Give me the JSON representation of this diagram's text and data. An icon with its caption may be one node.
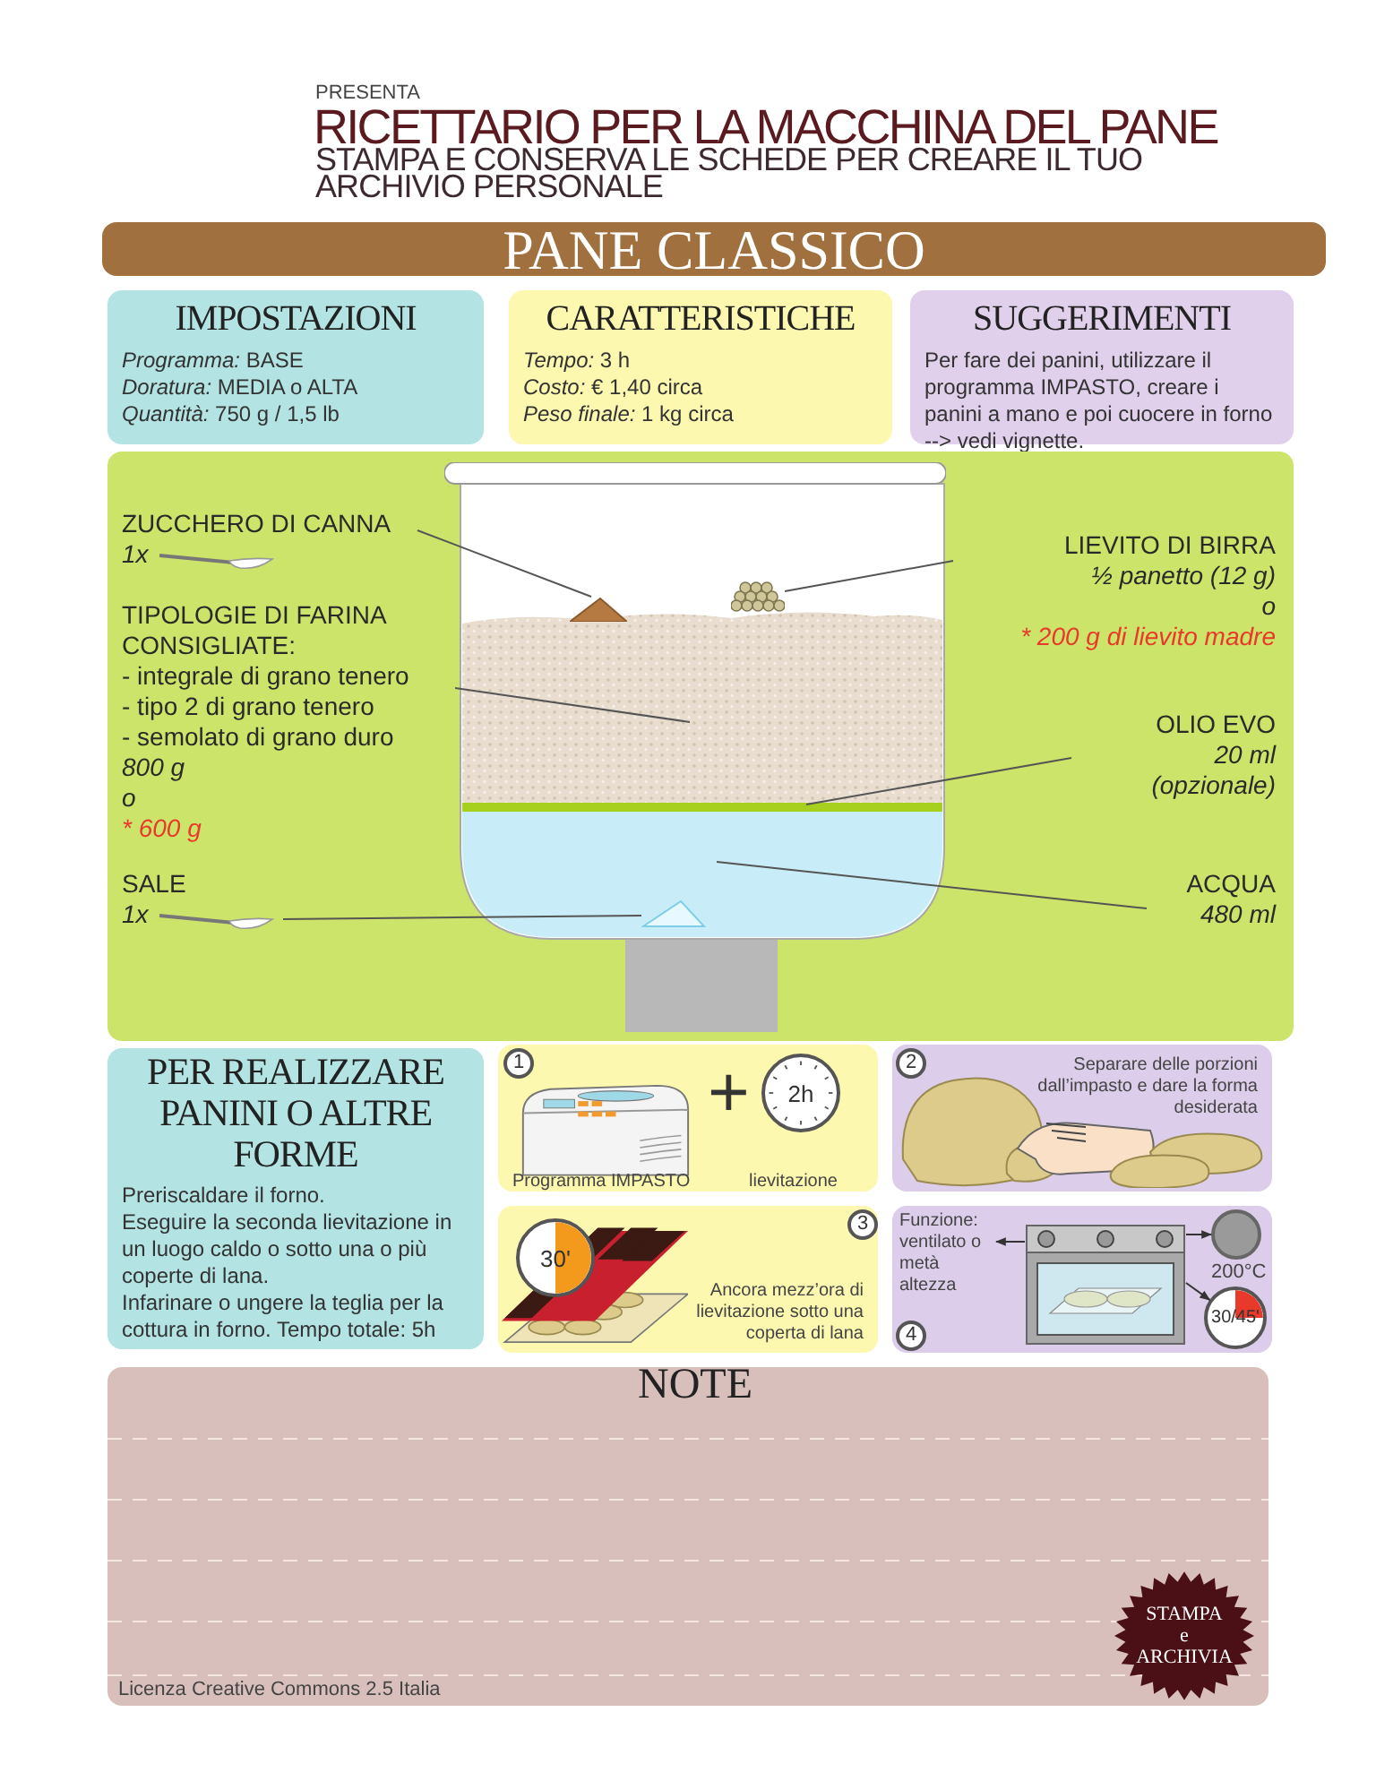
{
  "diagram": {
    "title": "RICETTARIO PER LA MACCHINA DEL PANE",
    "nodes": [
      {
        "text": [
          "PANE CLASSICO"
        ]
      },
      {
        "text": [
          "IMPOSTAZIONI",
          "*Programma:* BASE",
          "*Doratura:* MEDIA o ALTA",
          "*Quantità:* 750 g / 1,5 lb"
        ]
      },
      {
        "text": [
          "CARATTERISTICHE",
          "*Tempo:* 3 h",
          "*Costo:* € 1,40 circa",
          "*Peso finale:* 1 kg circa"
        ]
      },
      {
        "text": [
          "SUGGERIMENTI",
          "Per fare dei panini, utilizzare il programma IMPASTO, creare i panini a mano e poi cuocere in forno --> vedi vignette."
        ]
      },
      {
        "text": [],
        "shape": "box"
      },
      {
        "text": [
          "ZUCCHERO DI CANNA",
          "1x"
        ],
        "in": 4
      },
      {
        "text": [
          "TIPOLOGIE DI FARINA CONSIGLIATE:",
          "- integrale di grano tenero",
          "- tipo 2 di grano tenero",
          "- semolato di grano duro",
          "800 g",
          "o",
          "* 600 g"
        ],
        "in": 4
      },
      {
        "text": [
          "SALE",
          "1x"
        ],
        "in": 4
      },
      {
        "text": [
          "LIEVITO DI BIRRA",
          "½ panetto (12 g)",
          "o",
          "* 200 g di lievito madre"
        ],
        "in": 4
      },
      {
        "text": [
          "OLIO EVO",
          "20 ml",
          "(opzionale)"
        ],
        "in": 4
      },
      {
        "text": [
          "ACQUA",
          "480 ml"
        ],
        "in": 4
      },
      {
        "text": [],
        "shape": "picture",
        "in": 4
      },
      {
        "text": [],
        "shape": "picture",
        "in": 4
      },
      {
        "text": [],
        "shape": "picture",
        "in": 4
      },
      {
        "text": [
          "PER REALIZZARE PANINI O ALTRE FORME",
          "Preriscaldare il forno.",
          "Eseguire la seconda lievitazione in un luogo caldo o sotto una o più coperte di lana.",
          "Infarinare o ungere la teglia per la cottura in forno. Tempo totale: 5h"
        ]
      },
      {
        "text": [],
        "shape": "box"
      },
      {
        "text": [
          "1"
        ],
        "in": 15
      },
      {
        "text": [],
        "shape": "picture",
        "in": 15,
        "beside": [
          "Programma IMPASTO"
        ]
      },
      {
        "text": [
          "2h"
        ],
        "in": 15,
        "beside": [
          "lievitazione"
        ]
      },
      {
        "text": [
          "Separare delle porzioni dall’impasto e dare la forma desiderata"
        ]
      },
      {
        "text": [
          "2"
        ],
        "in": 19
      },
      {
        "text": [
          "Ancora mezz’ora di lievitazione sotto una coperta di lana"
        ]
      },
      {
        "text": [
          "3"
        ],
        "in": 21
      },
      {
        "text": [
          "30'"
        ],
        "in": 21
      },
      {
        "text": [],
        "shape": "box"
      },
      {
        "text": [
          "4"
        ],
        "in": 24
      },
      {
        "text": [
          "Funzione: ventilato o metà altezza"
        ],
        "in": 24
      },
      {
        "text": [],
        "shape": "picture",
        "in": 24
      },
      {
        "text": [],
        "shape": "circle",
        "in": 24,
        "beside": [
          "200°C"
        ]
      },
      {
        "text": [
          "30/45'"
        ],
        "in": 24
      },
      {
        "text": [
          "NOTE"
        ]
      },
      {
        "text": [
          "STAMPA",
          "e",
          "ARCHIVIA"
        ],
        "in": 30
      }
    ],
    "edges": [
      {
        "from": 5,
        "to": 11,
        "arrow": "none"
      },
      {
        "from": 6,
        "to": null,
        "arrow": "none"
      },
      {
        "from": 7,
        "to": 13,
        "arrow": "none"
      },
      {
        "from": 8,
        "to": 12,
        "arrow": "none"
      },
      {
        "from": 9,
        "to": null,
        "arrow": "none"
      },
      {
        "from": 10,
        "to": null,
        "arrow": "none"
      },
      {
        "from": 27,
        "to": 26,
        "arrow": "to"
      },
      {
        "from": 27,
        "to": 28,
        "arrow": "to"
      },
      {
        "from": 27,
        "to": 29,
        "arrow": "to"
      }
    ],
    "labels": [
      "PRESENTA",
      "STAMPA E CONSERVA LE SCHEDE PER CREARE IL TUO ARCHIVIO PERSONALE",
      "+",
      "Licenza Creative Commons 2.5 Italia"
    ]
  }
}
